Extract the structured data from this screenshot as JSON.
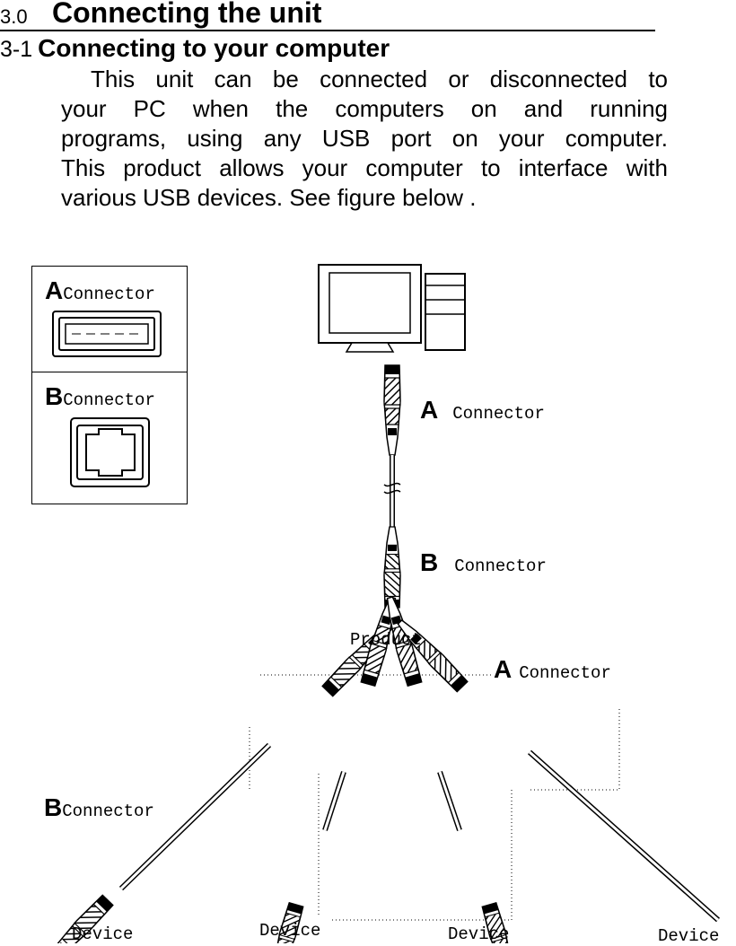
{
  "heading_main": {
    "number": "3.0",
    "title": "Connecting the unit"
  },
  "heading_sub": {
    "number": "3-1",
    "title": "Connecting to your computer"
  },
  "paragraph": {
    "lines": [
      [
        "This",
        "unit",
        "can",
        "be",
        "connected",
        "or",
        "disconnected",
        "to"
      ],
      [
        "your",
        "PC",
        "when",
        "the",
        "computers",
        "on",
        "and",
        "running"
      ],
      [
        "programs,",
        "using",
        "any",
        "USB",
        "port",
        "on",
        "your",
        "computer."
      ],
      [
        "This",
        "product",
        "allows",
        "your",
        "computer",
        "to",
        "interface",
        "with"
      ],
      [
        "various USB devices. See figure below ."
      ]
    ]
  },
  "legend": {
    "a_letter": "A",
    "a_label": "Connector",
    "b_letter": "B",
    "b_label": "Connector"
  },
  "diagram": {
    "cable_a_letter": "A",
    "cable_a_label": "Connector",
    "cable_b_letter": "B",
    "cable_b_label": "Connector",
    "product_label": "Product",
    "hub_a_letter": "A",
    "hub_a_label": "Connector",
    "hub_b_letter": "B",
    "hub_b_label": "Connector",
    "devices": [
      "Device",
      "Device",
      "Device",
      "Device"
    ]
  },
  "colors": {
    "ink": "#000000",
    "paper": "#ffffff"
  }
}
